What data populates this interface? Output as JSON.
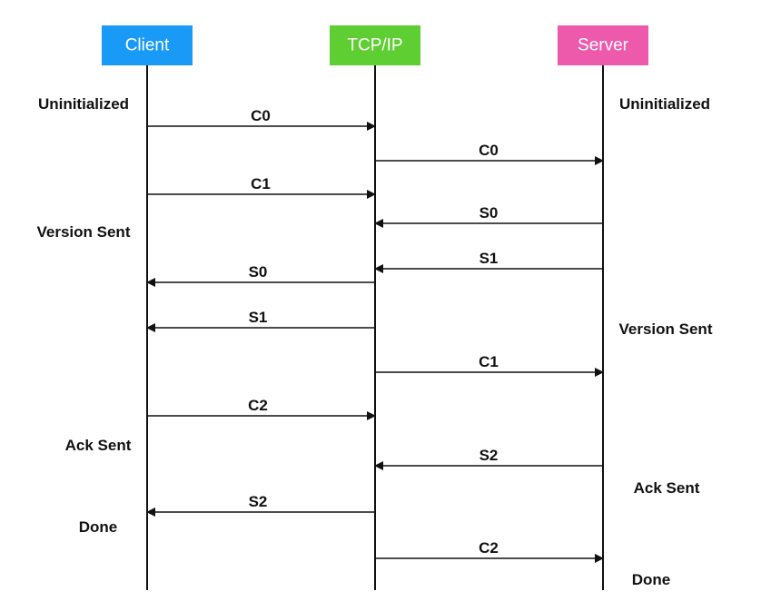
{
  "participants": [
    {
      "id": "client",
      "label": "Client",
      "color": "#1a9af7"
    },
    {
      "id": "tcpip",
      "label": "TCP/IP",
      "color": "#5fce32"
    },
    {
      "id": "server",
      "label": "Server",
      "color": "#ed5aac"
    }
  ],
  "messages": [
    {
      "label": "C0",
      "from": "client",
      "to": "tcpip"
    },
    {
      "label": "C0",
      "from": "tcpip",
      "to": "server"
    },
    {
      "label": "C1",
      "from": "client",
      "to": "tcpip"
    },
    {
      "label": "S0",
      "from": "server",
      "to": "tcpip"
    },
    {
      "label": "S1",
      "from": "server",
      "to": "tcpip"
    },
    {
      "label": "S0",
      "from": "tcpip",
      "to": "client"
    },
    {
      "label": "S1",
      "from": "tcpip",
      "to": "client"
    },
    {
      "label": "C1",
      "from": "tcpip",
      "to": "server"
    },
    {
      "label": "C2",
      "from": "client",
      "to": "tcpip"
    },
    {
      "label": "S2",
      "from": "server",
      "to": "tcpip"
    },
    {
      "label": "S2",
      "from": "tcpip",
      "to": "client"
    },
    {
      "label": "C2",
      "from": "tcpip",
      "to": "server"
    }
  ],
  "states": {
    "client": [
      "Uninitialized",
      "Version Sent",
      "Ack Sent",
      "Done"
    ],
    "server": [
      "Uninitialized",
      "Version Sent",
      "Ack Sent",
      "Done"
    ]
  },
  "colors": {
    "line": "#111111"
  }
}
